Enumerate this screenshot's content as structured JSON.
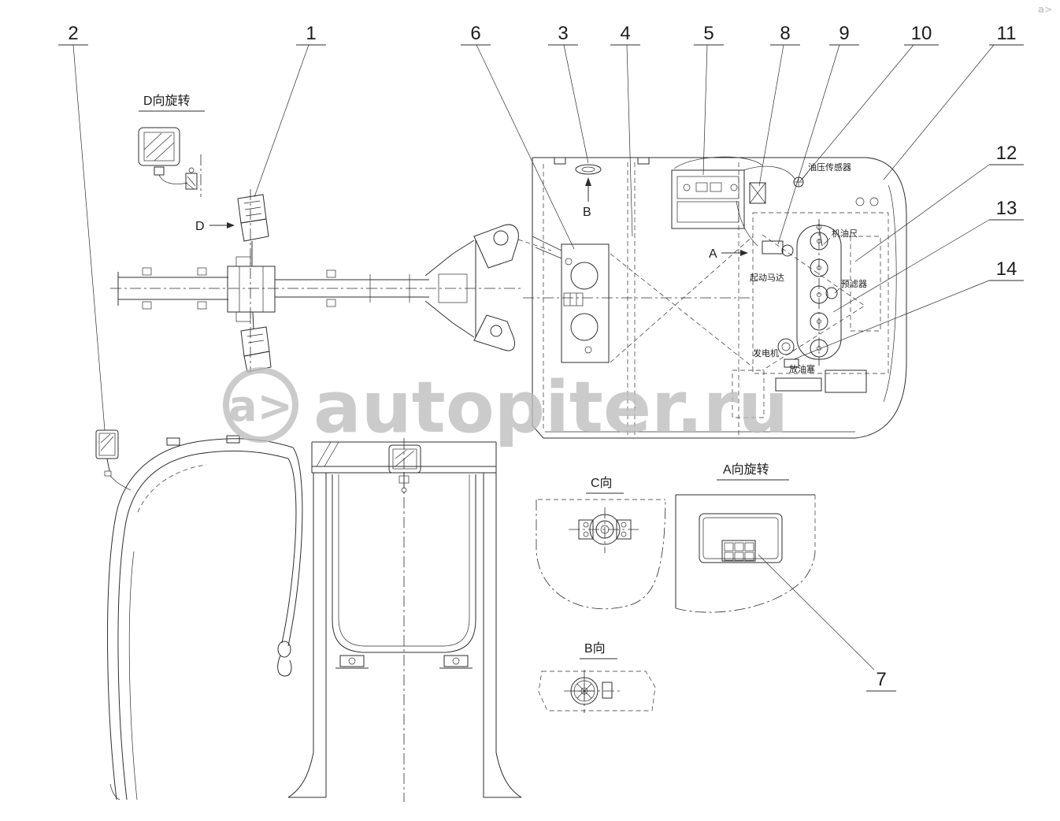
{
  "callouts": [
    {
      "label": "1"
    },
    {
      "label": "2"
    },
    {
      "label": "3"
    },
    {
      "label": "4"
    },
    {
      "label": "5"
    },
    {
      "label": "6"
    },
    {
      "label": "7"
    },
    {
      "label": "8"
    },
    {
      "label": "9"
    },
    {
      "label": "10"
    },
    {
      "label": "11"
    },
    {
      "label": "12"
    },
    {
      "label": "13"
    },
    {
      "label": "14"
    }
  ],
  "view_labels": {
    "d_rotation": "D向旋转",
    "d_arrow": "D",
    "b_arrow": "B",
    "a_arrow": "A",
    "c_view": "C向",
    "a_rotation": "A向旋转",
    "b_view": "B向"
  },
  "part_labels": {
    "oil_pressure_sensor": "油压传感器",
    "oil_dipstick": "机油尺",
    "pre_filter": "预滤器",
    "starter_motor": "起动马达",
    "generator": "发电机",
    "drain_plug": "放油塞"
  },
  "watermark": {
    "logo": "a>",
    "text": "autopiter.ru",
    "color": "#bdbdbd"
  }
}
